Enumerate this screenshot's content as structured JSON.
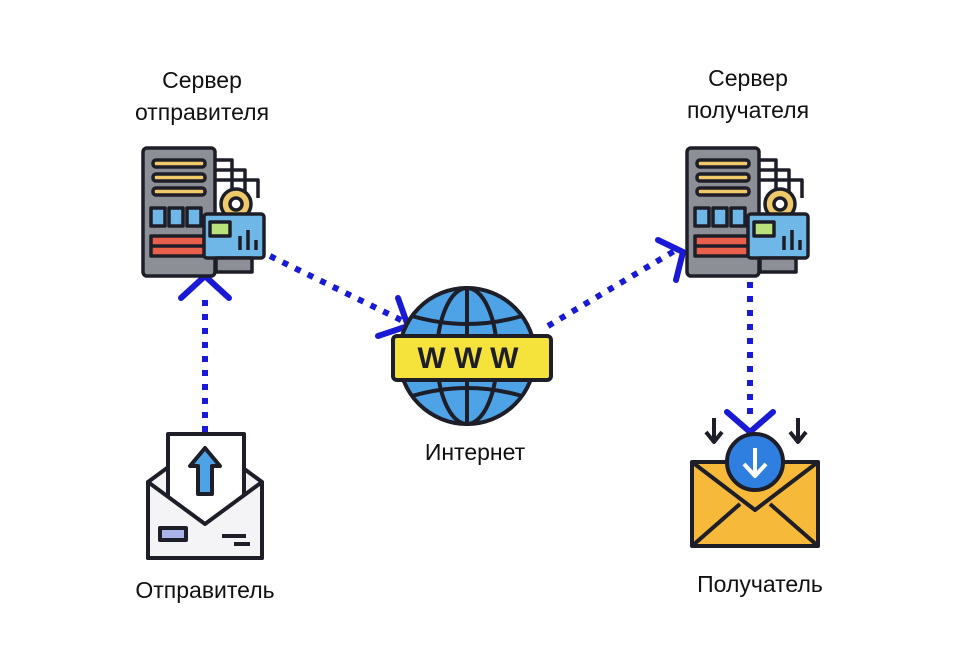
{
  "labels": {
    "sender_server": [
      "Сервер",
      "отправителя"
    ],
    "recipient_server": [
      "Сервер",
      "получателя"
    ],
    "internet": "Интернет",
    "sender": "Отправитель",
    "recipient": "Получатель"
  },
  "globe_text": "WWW",
  "colors": {
    "arrow": "#1a1ad6",
    "outline": "#1e1e28",
    "server_body": "#8c8f96",
    "server_bar": "#f0c96a",
    "server_slot": "#6fb7e6",
    "server_red": "#e8604c",
    "globe_blue": "#4da3e6",
    "banner_yellow": "#f5e23a",
    "envelope_yellow": "#f6b939",
    "envelope_white": "#f4f4f6",
    "badge_blue": "#2f7fe0"
  }
}
